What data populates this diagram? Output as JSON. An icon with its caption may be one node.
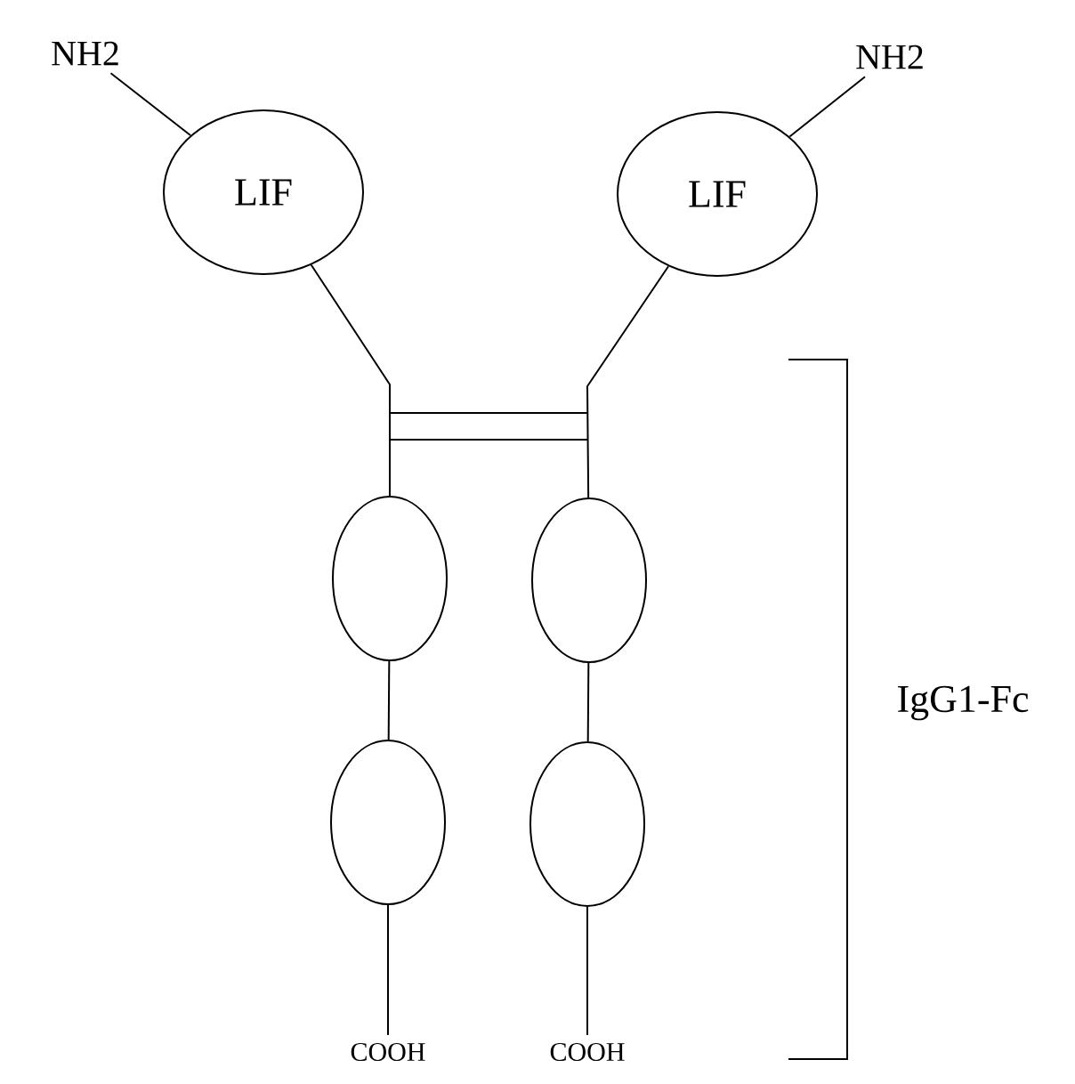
{
  "diagram": {
    "nodes": [
      {
        "text": [
          "NH2"
        ]
      },
      {
        "text": [
          "LIF"
        ]
      },
      {
        "text": [
          "NH2"
        ]
      },
      {
        "text": [
          "LIF"
        ]
      },
      {
        "text": [],
        "shape": "ellipse"
      },
      {
        "text": [],
        "shape": "ellipse"
      },
      {
        "text": [],
        "shape": "ellipse"
      },
      {
        "text": [],
        "shape": "ellipse"
      },
      {
        "text": [
          "COOH"
        ]
      },
      {
        "text": [
          "COOH"
        ]
      }
    ],
    "edges": [
      {
        "from": 0,
        "to": 1,
        "arrow": "none"
      },
      {
        "from": 2,
        "to": 3,
        "arrow": "none"
      },
      {
        "from": 1,
        "to": 4,
        "arrow": "none"
      },
      {
        "from": 3,
        "to": 5,
        "arrow": "none"
      },
      {
        "from": 4,
        "to": 6,
        "arrow": "none"
      },
      {
        "from": 5,
        "to": 7,
        "arrow": "none"
      },
      {
        "from": 6,
        "to": 8,
        "arrow": "none"
      },
      {
        "from": 7,
        "to": 9,
        "arrow": "none"
      }
    ],
    "labels": [
      "IgG1-Fc"
    ]
  }
}
